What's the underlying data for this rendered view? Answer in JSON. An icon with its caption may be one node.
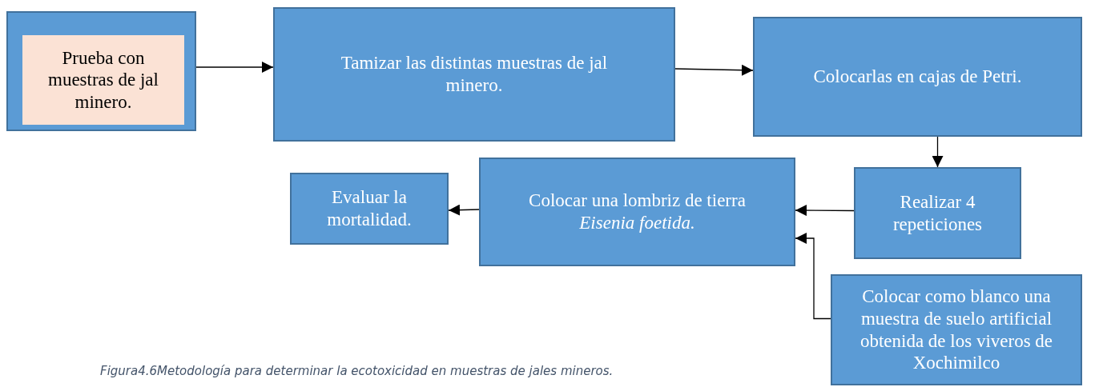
{
  "diagram": {
    "caption": "Figura4.6Metodología para determinar la ecotoxicidad en muestras de jales mineros.",
    "nodes": [
      {
        "text": [],
        "shape": "box"
      },
      {
        "text": [
          "Prueba con muestras de jal minero."
        ],
        "in": 0
      },
      {
        "text": [
          "Tamizar las distintas muestras de jal minero."
        ]
      },
      {
        "text": [
          "Colocarlas en cajas de Petri."
        ]
      },
      {
        "text": [
          "Realizar 4 repeticiones"
        ]
      },
      {
        "text": [
          "Colocar una lombriz de tierra *Eisenia foetida.*"
        ]
      },
      {
        "text": [
          "Evaluar la mortalidad."
        ]
      },
      {
        "text": [
          "Colocar como blanco una muestra de suelo artificial obtenida de los viveros de Xochimilco"
        ]
      }
    ],
    "edges": [
      {
        "from": 0,
        "to": 2,
        "arrow": "to"
      },
      {
        "from": 2,
        "to": 3,
        "arrow": "to"
      },
      {
        "from": 3,
        "to": 4,
        "arrow": "to"
      },
      {
        "from": 4,
        "to": 5,
        "arrow": "to"
      },
      {
        "from": 7,
        "to": 5,
        "arrow": "to"
      },
      {
        "from": 5,
        "to": 6,
        "arrow": "to"
      }
    ]
  }
}
